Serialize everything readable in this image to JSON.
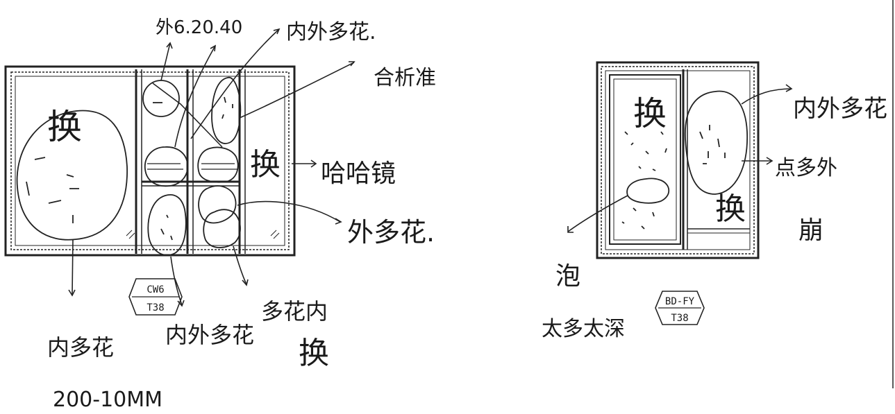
{
  "drawing_left": {
    "tag": {
      "line1": "CW6",
      "line2": "T38"
    },
    "annotations": {
      "spec": "外6.20.40",
      "inner_outer_multi_top": "内外多花.",
      "alignment": "合析准",
      "haha_mirror": "哈哈镜",
      "replace_right": "换",
      "outer_multi": "外多花.",
      "inner_multi_bottom": "内多花",
      "inner_outer_multi_bottom": "内外多花",
      "multi_inner": "多花内",
      "multi_inner_replace": "换",
      "replace_left_panel": "换",
      "dimension": "200-10MM"
    }
  },
  "drawing_right": {
    "tag": {
      "line1": "BD-FY",
      "line2": "T38"
    },
    "annotations": {
      "replace_left_panel": "换",
      "inner_outer_multi": "内外多花",
      "point_multi": "点多外",
      "point_multi_line2": "崩",
      "replace_right_panel": "换",
      "bubble": "泡",
      "bubble_line2": "太多太深"
    }
  }
}
